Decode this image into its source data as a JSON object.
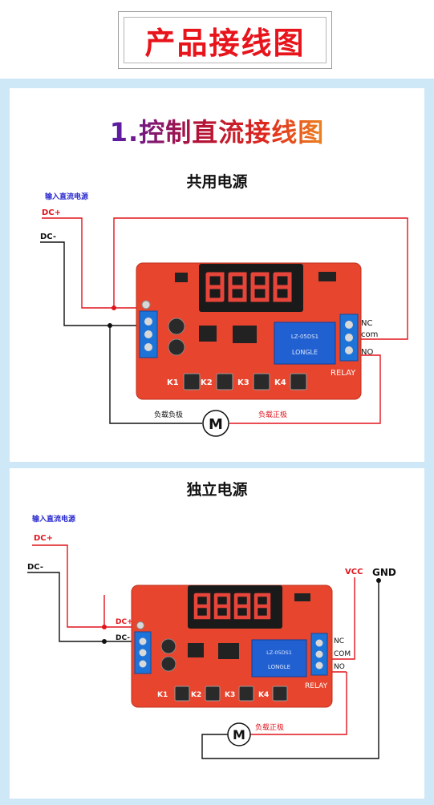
{
  "header": {
    "title": "产品接线图"
  },
  "section1": {
    "title": "1.控制直流接线图",
    "subtitle": "共用电源",
    "input_label": "输入直流电源",
    "dc_plus": "DC+",
    "dc_minus": "DC-",
    "nc": "NC",
    "com": "com",
    "no": "NO",
    "load_neg": "负载负极",
    "load_pos": "负载正极",
    "motor": "M"
  },
  "section2": {
    "subtitle": "独立电源",
    "input_label": "输入直流电源",
    "dc_plus": "DC+",
    "dc_minus": "DC-",
    "dc_plus_board": "DC+",
    "dc_minus_board": "DC-",
    "vcc": "VCC",
    "gnd": "GND",
    "nc": "NC",
    "com": "COM",
    "no": "NO",
    "load_pos": "负载正极",
    "motor": "M"
  },
  "board": {
    "keys": [
      "K1",
      "K2",
      "K3",
      "K4"
    ],
    "relay_label": "RELAY",
    "relay_brand": "LONGLE",
    "relay_model": "LZ-05DS1",
    "display_digits": [
      "8.",
      "8.",
      "8.",
      "8."
    ]
  },
  "colors": {
    "accent": "#e8141c",
    "board": "#e8452e",
    "wire_red": "#e0141c",
    "wire_black": "#111111",
    "bg": "#cfe8f8"
  }
}
